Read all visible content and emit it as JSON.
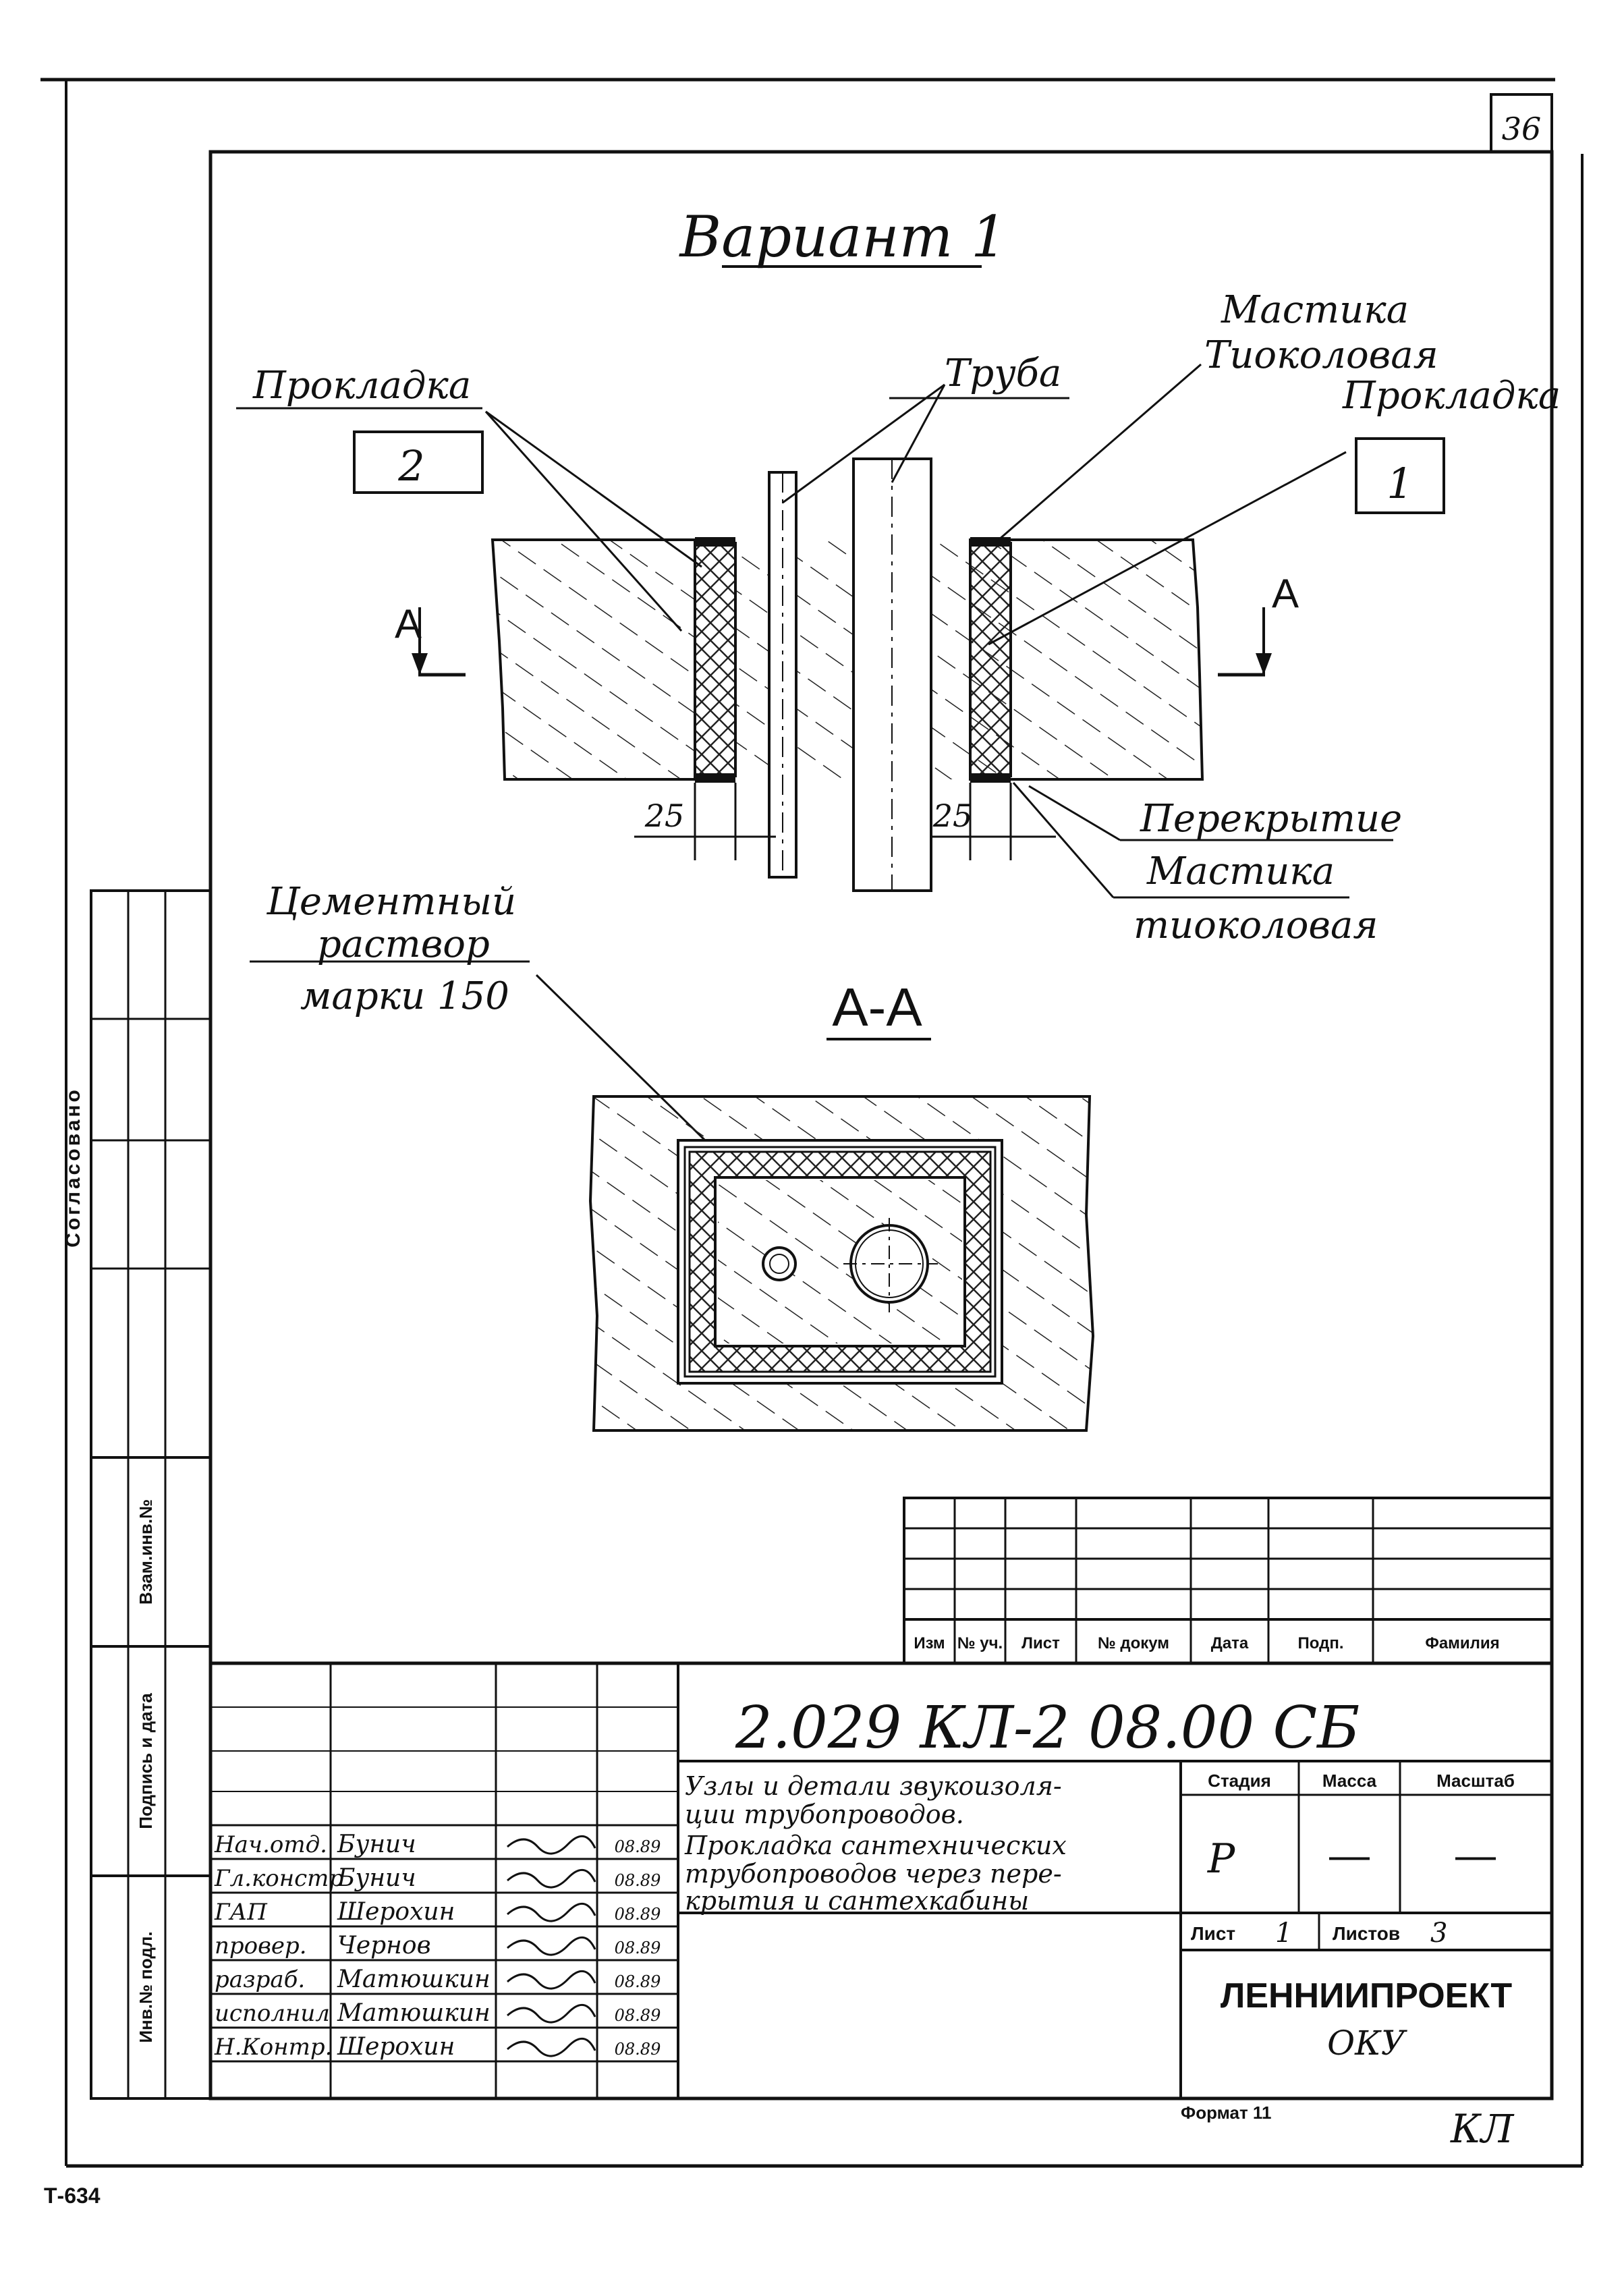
{
  "sheet_number": "36",
  "title": "Вариант 1",
  "section_label": "А-А",
  "cut_mark_left": "А",
  "cut_mark_right": "А",
  "labels": {
    "gasket_left": "Прокладка",
    "gasket_left_pos": "2",
    "pipe": "Труба",
    "mastic_top_1": "Мастика",
    "mastic_top_2": "Тиоколовая",
    "gasket_right": "Прокладка",
    "gasket_right_pos": "1",
    "slab": "Перекрытие",
    "mastic_bottom_1": "Мастика",
    "mastic_bottom_2": "тиоколовая",
    "mortar_1": "Цементный",
    "mortar_2": "раствор",
    "mortar_3": "марки 150",
    "dim_left": "25",
    "dim_right": "25"
  },
  "side_stamp": {
    "agreed": "Согласовано",
    "replace_inv": "Взам.инв.№",
    "sign_date": "Подпись и дата",
    "orig_inv": "Инв.№ подл."
  },
  "revision_headers": [
    "Изм",
    "№ уч.",
    "Лист",
    "№ докум",
    "Дата",
    "Подп.",
    "Фамилия"
  ],
  "title_block": {
    "code": "2.029 КЛ-2 08.00 СБ",
    "desc_1": "Узлы и детали звукоизоля-",
    "desc_2": "ции трубопроводов.",
    "desc_3": "Прокладка сантехнических",
    "desc_4": "трубопроводов через пере-",
    "desc_5": "крытия и сантехкабины",
    "stage_header": "Стадия",
    "mass_header": "Масса",
    "scale_header": "Масштаб",
    "stage": "Р",
    "mass": "—",
    "scale": "—",
    "sheet_label": "Лист",
    "sheet": "1",
    "sheets_label": "Листов",
    "sheets": "3",
    "org_1": "ЛЕННИИПРОЕКТ",
    "org_2": "ОКУ",
    "format": "Формат 11",
    "mark": "КЛ"
  },
  "signatures": [
    {
      "role": "Нач.отд.",
      "name": "Бунич",
      "date": "08.89"
    },
    {
      "role": "Гл.констр",
      "name": "Бунич",
      "date": "08.89"
    },
    {
      "role": "ГАП",
      "name": "Шерохин",
      "date": "08.89"
    },
    {
      "role": "провер.",
      "name": "Чернов",
      "date": "08.89"
    },
    {
      "role": "разраб.",
      "name": "Матюшкин",
      "date": "08.89"
    },
    {
      "role": "исполнил",
      "name": "Матюшкин",
      "date": "08.89"
    },
    {
      "role": "Н.Контр.",
      "name": "Шерохин",
      "date": "08.89"
    }
  ],
  "corner_code": "Т-634"
}
